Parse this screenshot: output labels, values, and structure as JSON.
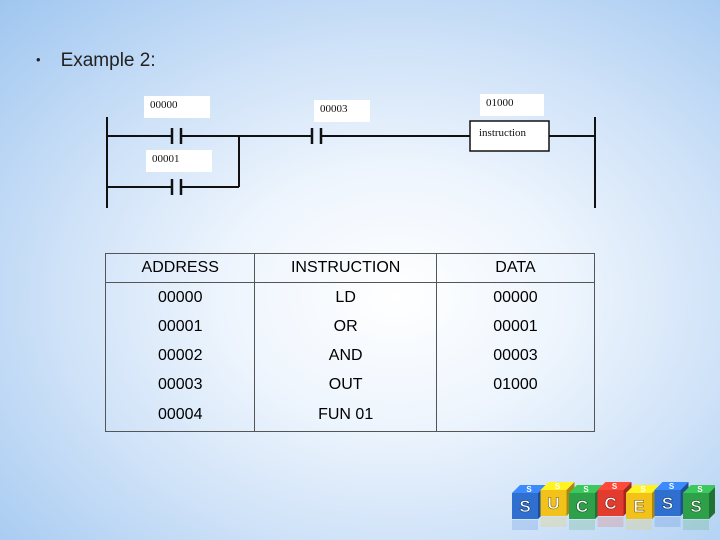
{
  "slide": {
    "bullet": "•",
    "title": "Example 2:"
  },
  "ladder": {
    "contact1": "00000",
    "contact2": "00003",
    "contact3": "00001",
    "output_address": "01000",
    "output_label": "instruction"
  },
  "table": {
    "headers": [
      "ADDRESS",
      "INSTRUCTION",
      "DATA"
    ],
    "rows": [
      [
        "00000",
        "LD",
        "00000"
      ],
      [
        "00001",
        "OR",
        "00001"
      ],
      [
        "00002",
        "AND",
        "00003"
      ],
      [
        "00003",
        "OUT",
        "01000"
      ],
      [
        "00004",
        "FUN 01",
        ""
      ]
    ]
  },
  "logo": {
    "top_letters": [
      "S",
      "S",
      "S",
      "S",
      "S",
      "S",
      "S"
    ],
    "front_letters": [
      "S",
      "U",
      "C",
      "C",
      "E",
      "S",
      "S"
    ],
    "colors": [
      "#2f6fd0",
      "#f2c21a",
      "#2fa04a",
      "#e33b2e",
      "#f2c21a",
      "#2f6fd0",
      "#2fa04a"
    ]
  }
}
